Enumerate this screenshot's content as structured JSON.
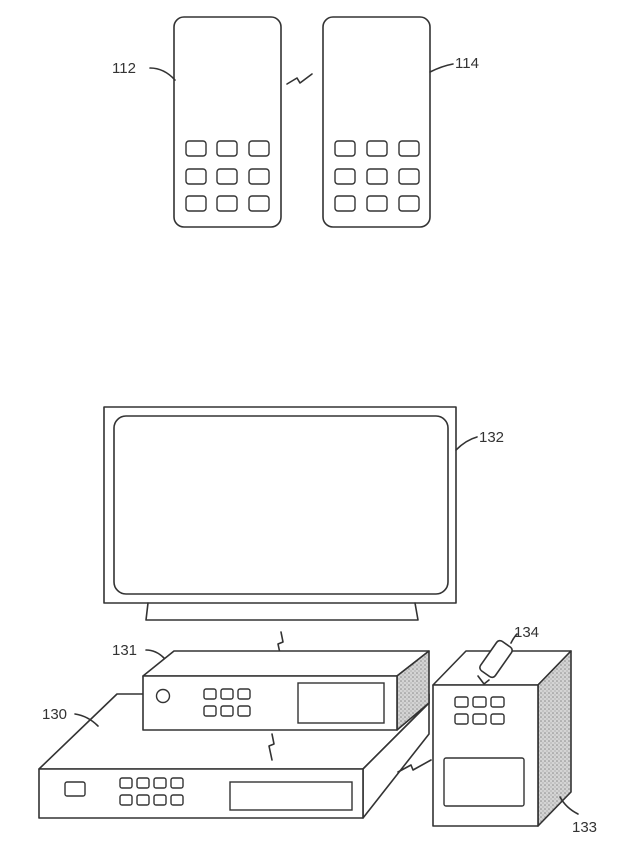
{
  "labels": {
    "phone_left": "112",
    "phone_right": "114",
    "display": "132",
    "set_top_box": "131",
    "receiver": "130",
    "speaker_box": "133",
    "remote": "134"
  },
  "colors": {
    "line": "#333333",
    "background": "#ffffff",
    "shade": "#b0b0b0"
  }
}
